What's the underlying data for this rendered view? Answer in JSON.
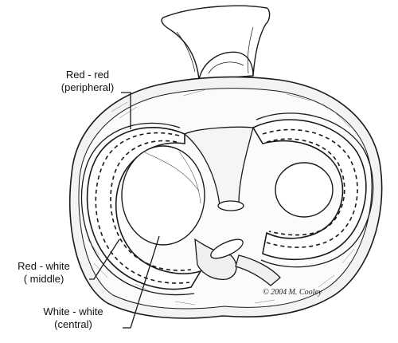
{
  "labels": {
    "red_red": {
      "line1": "Red - red",
      "line2": "(peripheral)"
    },
    "red_white": {
      "line1": "Red - white",
      "line2": "( middle)"
    },
    "white_white": {
      "line1": "White - white",
      "line2": "(central)"
    }
  },
  "copyright": "© 2004 M. Cooley",
  "colors": {
    "ink": "#1a1a1a",
    "paper": "#ffffff",
    "shade": "#d8d8d8"
  }
}
